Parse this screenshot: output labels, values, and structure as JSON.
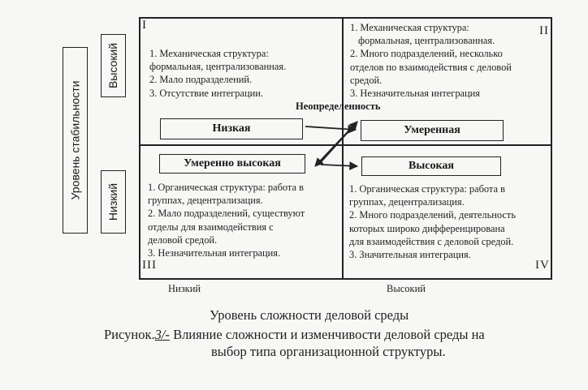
{
  "y_axis": {
    "title": "Уровень стабильности",
    "high": "Высокий",
    "low": "Низкий"
  },
  "x_axis": {
    "title": "Уровень сложности деловой среды",
    "low": "Низкий",
    "high": "Высокий"
  },
  "uncertainty_label": "Неопределенность",
  "levels": {
    "low": "Низкая",
    "moderate": "Умеренная",
    "moderately_high": "Умеренно высокая",
    "high": "Высокая"
  },
  "quadrants": {
    "q1": {
      "numeral": "I",
      "lines": [
        "1. Механическая структура:",
        "формальная, централизованная.",
        "2. Мало подразделений.",
        "3. Отсутствие интеграции."
      ]
    },
    "q2": {
      "numeral": "II",
      "lines": [
        "1. Механическая структура:",
        "формальная, централизованная.",
        "2. Много подразделений, несколько",
        "отделов по взаимодействия с деловой",
        "средой.",
        "3. Незначительная интеграция"
      ]
    },
    "q3": {
      "numeral": "III",
      "lines": [
        "1. Органическая структура: работа в",
        "группах, децентрализация.",
        "2. Мало подразделений, существуют",
        "отделы для взаимодействия с",
        "деловой средой.",
        "3. Незначительная интеграция."
      ]
    },
    "q4": {
      "numeral": "IV",
      "lines": [
        "1. Органическая структура: работа в",
        "группах, децентрализация.",
        "2. Много подразделений, деятельность",
        "которых широко дифференцирована",
        "для взаимодействия с деловой средой.",
        "3. Значительная интеграция."
      ]
    }
  },
  "caption": {
    "prefix": "Рисунок.",
    "number": "3/-",
    "line1_rest": "Влияние сложности и изменчивости деловой среды на",
    "line2": "выбор типа организационной структуры."
  }
}
